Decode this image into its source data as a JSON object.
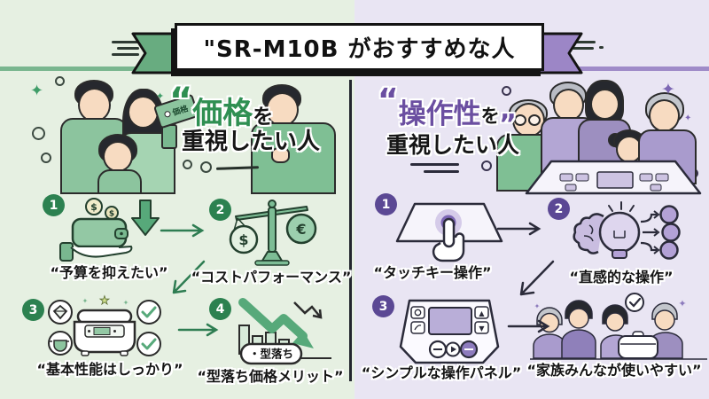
{
  "banner": {
    "title": "\"SR-M10B がおすすめな人"
  },
  "icons": {
    "sparkle": "✦",
    "star": "★",
    "triangle_up": "▲",
    "triangle_down": "▼",
    "currency_dollar": "$",
    "currency_euro": "€"
  },
  "colors": {
    "left_bg": "#e6f0e2",
    "right_bg": "#e9e5f3",
    "left_accent": "#2f8f52",
    "right_accent": "#6b4fa1",
    "left_badge": "#2c8150",
    "right_badge": "#5b4894",
    "banner_ribbon_left": "#68ac80",
    "banner_ribbon_right": "#9c86c6"
  },
  "left": {
    "header": {
      "quote": "“",
      "keyword": "価格",
      "particle": "を",
      "line2": "重視したい人"
    },
    "tag_label": "価格",
    "items": [
      {
        "num": "1",
        "icon": "hand-wallet-coins-icon",
        "label": "“予算を抑えたい”"
      },
      {
        "num": "2",
        "icon": "balance-scale-icon",
        "label": "“コストパフォーマンス”"
      },
      {
        "num": "3",
        "icon": "rice-cooker-quality-icon",
        "label": "“基本性能はしっかり”"
      },
      {
        "num": "4",
        "icon": "price-drop-chart-icon",
        "label": "“型落ち価格メリット”",
        "chart_tag": "・型落ち"
      }
    ]
  },
  "right": {
    "header": {
      "quote_open": "“",
      "keyword": "操作性",
      "particle": "を",
      "quote_close": "„",
      "line2": "重視したい人"
    },
    "items": [
      {
        "num": "1",
        "icon": "touch-key-icon",
        "label": "“タッチキー操作”"
      },
      {
        "num": "2",
        "icon": "intuitive-brain-icon",
        "label": "“直感的な操作”"
      },
      {
        "num": "3",
        "icon": "control-panel-icon",
        "label": "“シンプルな操作パネル”"
      },
      {
        "icon": "family-group-icon",
        "label": "“家族みんなが使いやすい”"
      }
    ]
  }
}
